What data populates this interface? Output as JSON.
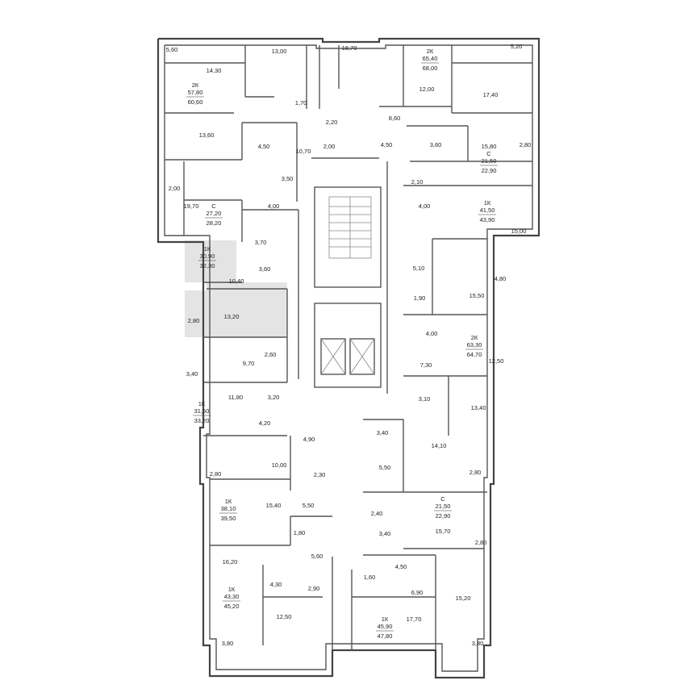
{
  "room_areas": [
    "5,60",
    "14,30",
    "13,00",
    "18,70",
    "5,20",
    "12,00",
    "17,40",
    "1,70",
    "2,20",
    "8,60",
    "13,60",
    "4,50",
    "10,70",
    "2,00",
    "4,50",
    "3,60",
    "15,80",
    "2,80",
    "3,50",
    "2,10",
    "2,00",
    "19,70",
    "4,00",
    "4,00",
    "15,00",
    "3,70",
    "3,60",
    "10,40",
    "5,10",
    "4,80",
    "15,50",
    "1,90",
    "13,20",
    "2,80",
    "4,00",
    "12,50",
    "2,60",
    "9,70",
    "3,40",
    "7,30",
    "11,80",
    "3,20",
    "3,10",
    "13,40",
    "4,20",
    "3,40",
    "4,90",
    "14,10",
    "10,00",
    "5,50",
    "2,80",
    "2,30",
    "2,80",
    "15,40",
    "5,50",
    "2,40",
    "1,80",
    "3,40",
    "15,70",
    "2,80",
    "16,20",
    "5,60",
    "4,50",
    "4,30",
    "2,90",
    "1,60",
    "6,90",
    "15,20",
    "12,50",
    "17,70",
    "3,80",
    "3,80"
  ],
  "apartments": [
    {
      "type": "2К",
      "living": "65,40",
      "total": "68,00"
    },
    {
      "type": "2К",
      "living": "57,80",
      "total": "60,60"
    },
    {
      "type": "С",
      "living": "21,50",
      "total": "22,90"
    },
    {
      "type": "С",
      "living": "27,20",
      "total": "28,20"
    },
    {
      "type": "1К",
      "living": "41,50",
      "total": "43,90"
    },
    {
      "type": "1К",
      "living": "30,90",
      "total": "32,30"
    },
    {
      "type": "2К",
      "living": "63,30",
      "total": "64,70"
    },
    {
      "type": "1К",
      "living": "31,50",
      "total": "33,20"
    },
    {
      "type": "1К",
      "living": "38,10",
      "total": "39,50"
    },
    {
      "type": "С",
      "living": "21,50",
      "total": "22,90"
    },
    {
      "type": "1К",
      "living": "43,30",
      "total": "45,20"
    },
    {
      "type": "1К",
      "living": "45,90",
      "total": "47,80"
    }
  ],
  "highlight_color": "#e4e4e4"
}
